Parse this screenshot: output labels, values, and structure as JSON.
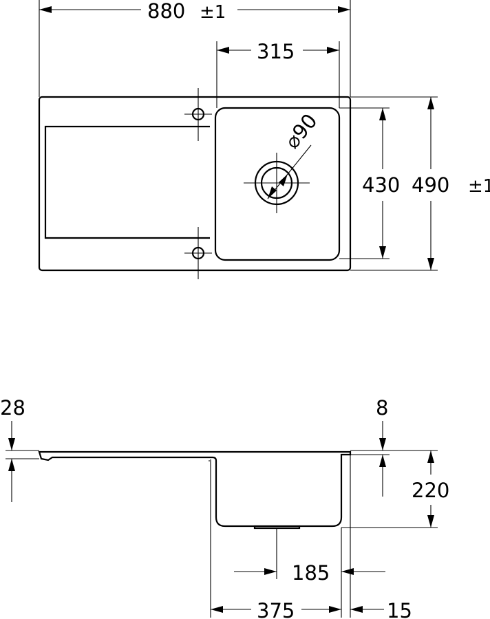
{
  "top_view": {
    "overall_width": {
      "value": "880",
      "tolerance": "±1"
    },
    "bowl_width": {
      "value": "315"
    },
    "bowl_depth": {
      "value": "430"
    },
    "overall_depth": {
      "value": "490",
      "tolerance": "±1"
    },
    "drain_diameter": {
      "value": "⌀90"
    }
  },
  "side_view": {
    "rim_thickness_left": {
      "value": "28"
    },
    "rim_thickness_right": {
      "value": "8"
    },
    "bowl_height": {
      "value": "220"
    },
    "drain_offset": {
      "value": "185"
    },
    "bowl_length": {
      "value": "375"
    },
    "edge_offset": {
      "value": "15"
    }
  },
  "colors": {
    "line": "#000000",
    "background": "#ffffff"
  }
}
